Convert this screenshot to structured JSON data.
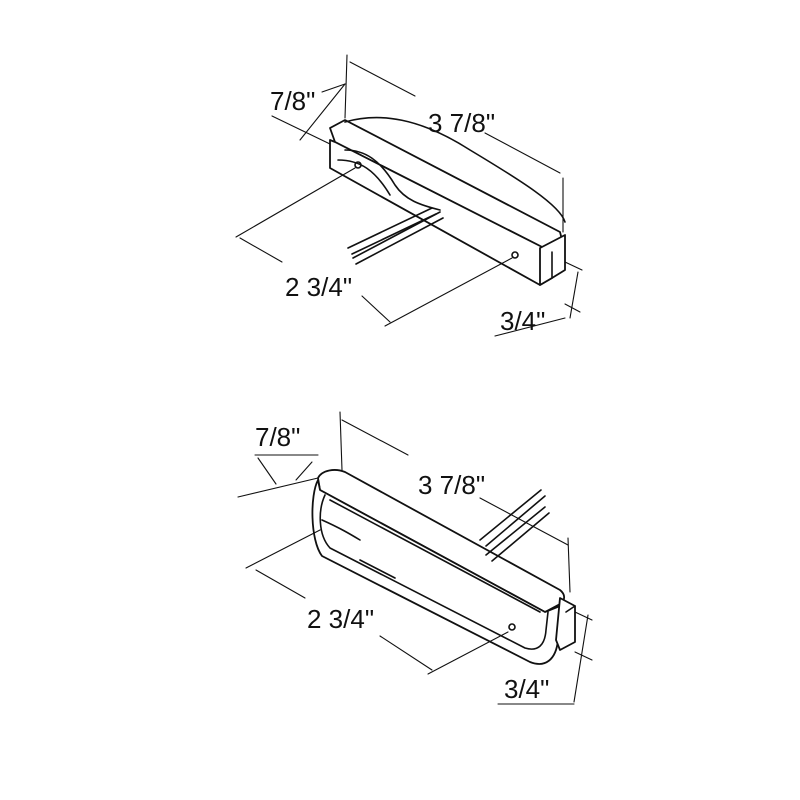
{
  "views": [
    {
      "id": "rear",
      "labels": {
        "depth": "7/8\"",
        "length": "3 7/8\"",
        "mount_spacing": "2 3/4\"",
        "height": "3/4\""
      }
    },
    {
      "id": "front",
      "labels": {
        "depth": "7/8\"",
        "length": "3 7/8\"",
        "mount_spacing": "2 3/4\"",
        "height": "3/4\""
      }
    }
  ],
  "colors": {
    "line": "#111111",
    "background": "#ffffff"
  }
}
